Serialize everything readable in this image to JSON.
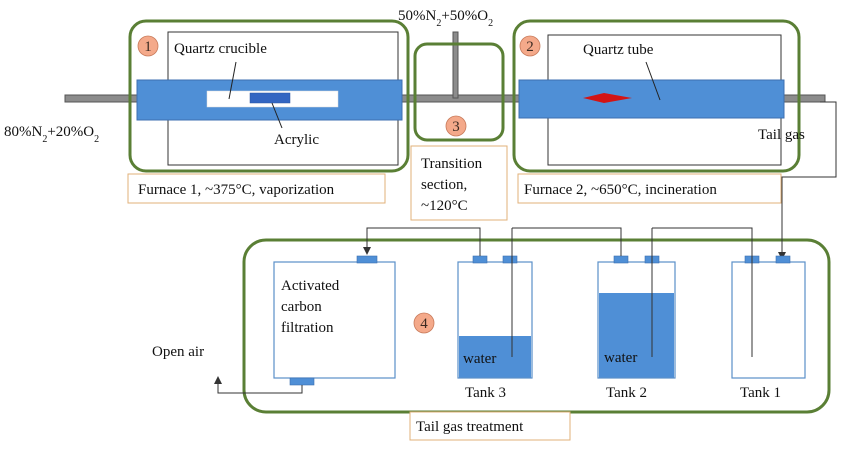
{
  "gas_inputs": {
    "inlet": {
      "base": "80%N",
      "sub1": "2",
      "mid": "+20%O",
      "sub2": "2"
    },
    "oxygen_feed": {
      "base": "50%N",
      "sub1": "2",
      "mid": "+50%O",
      "sub2": "2"
    }
  },
  "sections": [
    {
      "number": "1",
      "caption": "Furnace 1, ~375°C, vaporization"
    },
    {
      "number": "2",
      "caption": "Furnace 2, ~650°C, incineration"
    },
    {
      "number": "3",
      "caption_lines": [
        "Transition",
        "section,",
        "~120°C"
      ]
    },
    {
      "number": "4",
      "caption": "Tail gas treatment"
    }
  ],
  "labels": {
    "quartz_crucible": "Quartz crucible",
    "acrylic": "Acrylic",
    "quartz_tube": "Quartz tube",
    "tail_gas": "Tail gas",
    "open_air": "Open air"
  },
  "filter": {
    "lines": [
      "Activated",
      "carbon",
      "filtration"
    ]
  },
  "tanks": [
    {
      "name": "Tank 3",
      "liquid": "water"
    },
    {
      "name": "Tank 2",
      "liquid": "water"
    },
    {
      "name": "Tank 1",
      "liquid": ""
    }
  ],
  "colors": {
    "section_border": "#5a7f35",
    "tube_fill": "#4f8fd6",
    "badge_fill": "#f4a98a",
    "caption_border": "#e2b07a",
    "flame": "#d31414"
  }
}
